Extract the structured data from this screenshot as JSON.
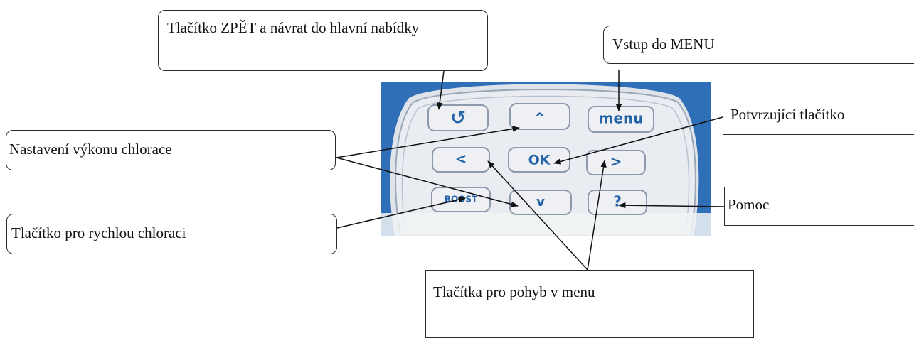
{
  "callouts": {
    "back": "Tlačítko ZPĚT a návrat do hlavní nabídky",
    "menu_entry": "Vstup do MENU",
    "confirm": "Potvrzující tlačítko",
    "power_setting": "Nastavení výkonu chlorace",
    "boost": "Tlačítko pro rychlou chloraci",
    "help": "Pomoc",
    "navigation": "Tlačítka pro pohyb v menu"
  },
  "keypad": {
    "keys": {
      "back": "↺",
      "up": "^",
      "menu": "menu",
      "left": "<",
      "ok": "OK",
      "right": ">",
      "boost": "BOOST",
      "down": "v",
      "help": "?"
    }
  },
  "colors": {
    "frame_blue": "#2f6fb8",
    "key_text": "#2563a8",
    "key_bg": "#eef0f3"
  }
}
